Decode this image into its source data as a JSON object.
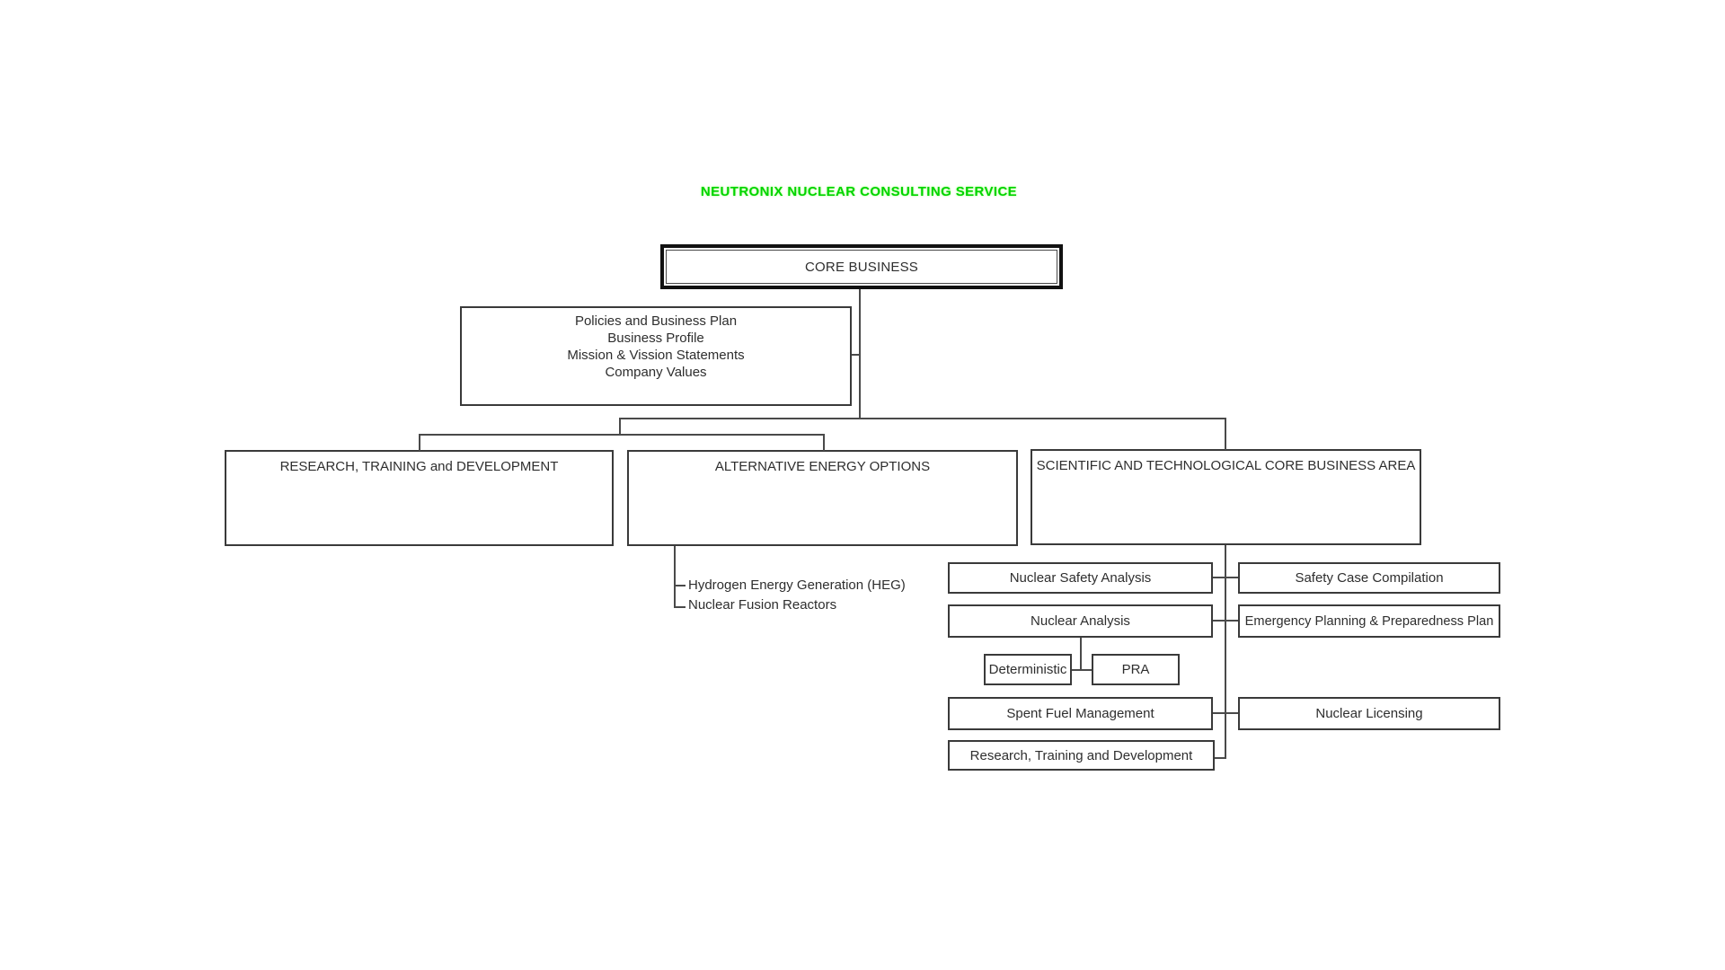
{
  "title": {
    "text": "NEUTRONIX NUCLEAR CONSULTING SERVICE"
  },
  "core_business": {
    "label": "CORE BUSINESS"
  },
  "policies_box": {
    "lines": [
      "Policies and Business Plan",
      "Business Profile",
      "Mission & Vission Statements",
      "Company Values"
    ]
  },
  "divisions": {
    "research": {
      "label": "RESEARCH, TRAINING and DEVELOPMENT"
    },
    "alternative": {
      "label": "ALTERNATIVE ENERGY OPTIONS"
    },
    "scientific": {
      "label": "SCIENTIFIC AND TECHNOLOGICAL CORE BUSINESS AREA"
    }
  },
  "alternative_items": {
    "heg": "Hydrogen Energy Generation (HEG)",
    "fusion": "Nuclear Fusion Reactors"
  },
  "scientific_nodes": {
    "nuclear_safety_analysis": "Nuclear Safety Analysis",
    "safety_case_compilation": "Safety Case Compilation",
    "nuclear_analysis": "Nuclear Analysis",
    "emergency_planning": "Emergency Planning & Preparedness Plan",
    "deterministic": "Deterministic",
    "pra": "PRA",
    "spent_fuel_management": "Spent Fuel Management",
    "nuclear_licensing": "Nuclear Licensing",
    "research_training": "Research, Training and Development"
  },
  "colors": {
    "title_green": "#00d400",
    "line": "#4a4a4a",
    "box_border": "#3a3a3a",
    "core_outer_border": "#111111",
    "text": "#2e2e2e",
    "background": "#ffffff"
  }
}
